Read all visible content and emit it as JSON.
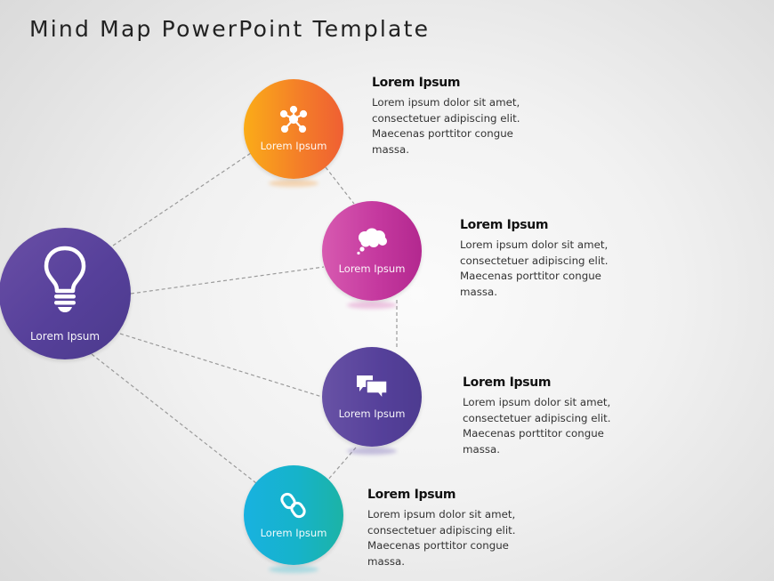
{
  "slide": {
    "title": "Mind Map PowerPoint Template"
  },
  "center_node": {
    "label": "Lorem Ipsum",
    "icon": "lightbulb-icon",
    "color": "#56409a"
  },
  "branches": [
    {
      "label": "Lorem Ipsum",
      "icon": "network-hub-icon",
      "color_start": "#fbac18",
      "color_end": "#ef5f33",
      "heading": "Lorem Ipsum",
      "body": "Lorem ipsum dolor sit amet, consectetuer adipiscing elit. Maecenas porttitor congue massa."
    },
    {
      "label": "Lorem Ipsum",
      "icon": "thought-bubble-icon",
      "color_start": "#d75ab0",
      "color_end": "#b3288f",
      "heading": "Lorem Ipsum",
      "body": "Lorem ipsum dolor sit amet, consectetuer adipiscing elit. Maecenas porttitor congue massa."
    },
    {
      "label": "Lorem Ipsum",
      "icon": "chat-bubbles-icon",
      "color_start": "#6852a5",
      "color_end": "#4d3b90",
      "heading": "Lorem Ipsum",
      "body": "Lorem ipsum dolor sit amet, consectetuer adipiscing elit. Maecenas porttitor congue massa."
    },
    {
      "label": "Lorem Ipsum",
      "icon": "chain-link-icon",
      "color_start": "#18b2e0",
      "color_end": "#1cb3a6",
      "heading": "Lorem Ipsum",
      "body": "Lorem ipsum dolor sit amet, consectetuer adipiscing elit. Maecenas porttitor congue massa."
    }
  ],
  "connector_style": {
    "type": "dashed",
    "color": "#9a9a9a"
  }
}
